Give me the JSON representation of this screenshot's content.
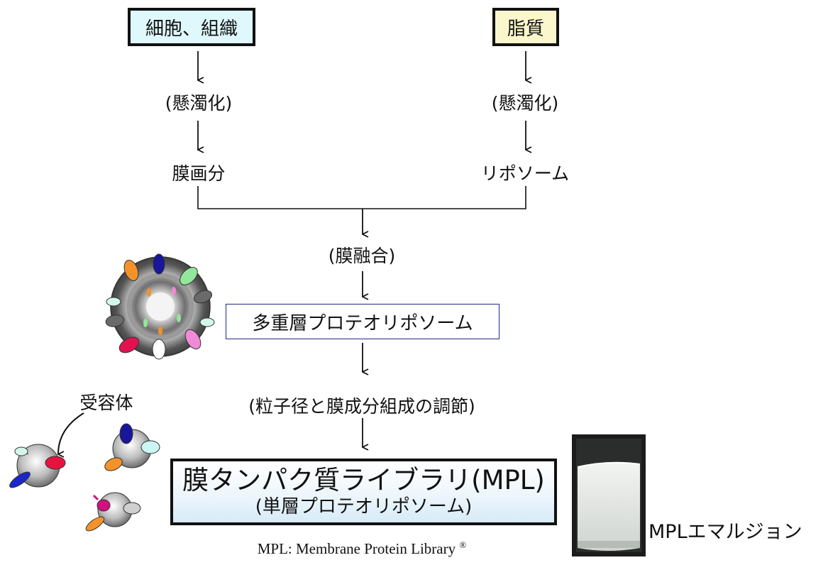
{
  "source_box": {
    "cells": "細胞、組織",
    "lipid": "脂質"
  },
  "left_branch": {
    "step": "(懸濁化)",
    "result": "膜画分"
  },
  "right_branch": {
    "step": "(懸濁化)",
    "result": "リポソーム"
  },
  "fusion_step": "(膜融合)",
  "multilayer_box": "多重層プロテオリポソーム",
  "adjust_step": "(粒子径と膜成分組成の調節)",
  "receptor_label": "受容体",
  "mpl_box": {
    "title": "膜タンパク質ライブラリ(MPL)",
    "subtitle": "(単層プロテオリポソーム)"
  },
  "emulsion_label": "MPLエマルジョン",
  "footnote": {
    "text": "MPL: Membrane Protein Library",
    "mark": "®"
  },
  "colors": {
    "cells_box": "#dff8fb",
    "lipid_box": "#fbf7cc",
    "mlv_border": "#1f2a8a"
  }
}
